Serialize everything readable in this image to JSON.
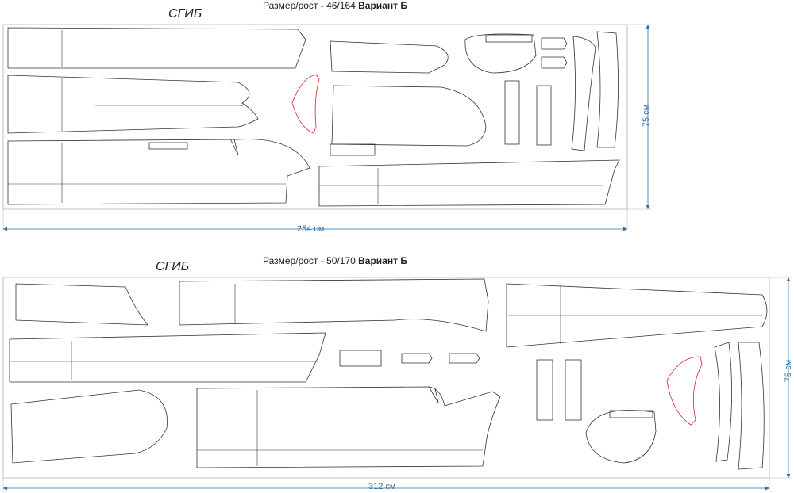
{
  "layouts": [
    {
      "size_prefix": "Размер/рост - 46/164",
      "variant": "Вариант Б",
      "fold_label": "СГИБ",
      "width_label": "254 см",
      "height_label": "75 см"
    },
    {
      "size_prefix": "Размер/рост - 50/170",
      "variant": "Вариант Б",
      "fold_label": "СГИБ",
      "width_label": "312 см",
      "height_label": "75 см"
    }
  ],
  "colors": {
    "dimension": "#2f6fa8",
    "outline": "#333333",
    "highlight_piece": "#e0202a",
    "frame": "#b8b8b8"
  }
}
